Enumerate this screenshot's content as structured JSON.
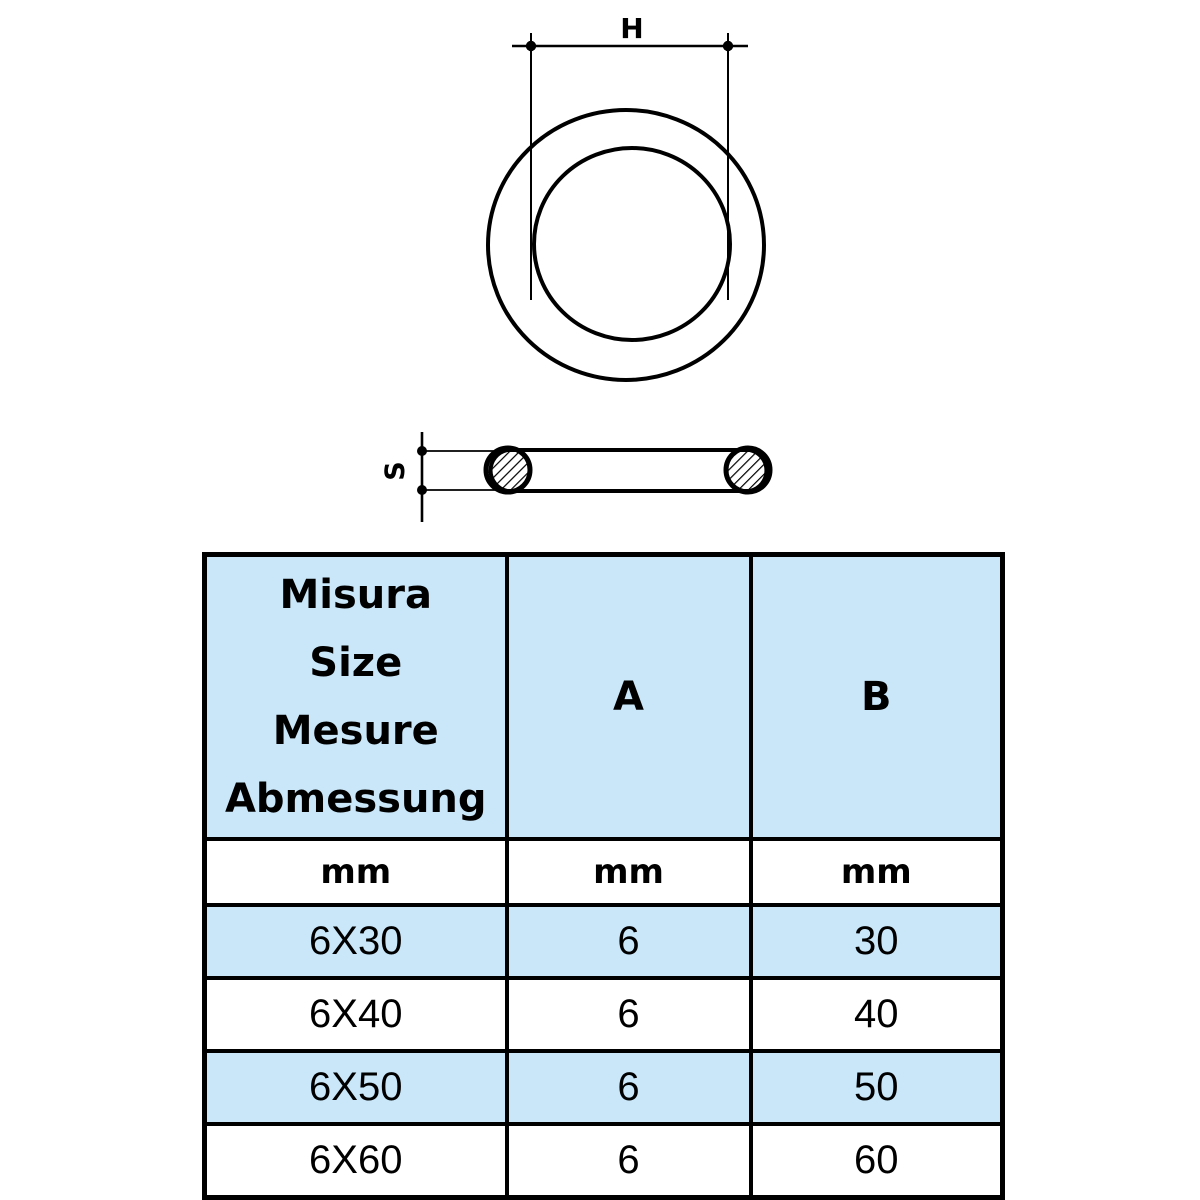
{
  "drawing": {
    "title": "o-ring-technical-drawing",
    "labels": {
      "outer_diameter": "H",
      "thickness": "S"
    },
    "views": [
      {
        "name": "front-view",
        "shape": "concentric-rings"
      },
      {
        "name": "side-view",
        "shape": "flat-ring-with-hatched-cross-sections"
      }
    ],
    "colors": {
      "line": "#000000",
      "background": "#ffffff"
    }
  },
  "table": {
    "name": "size-specification-table",
    "colors": {
      "header_fill": "#c9e7f9",
      "row_alt_fill": "#c9e7f9",
      "row_fill": "#ffffff",
      "border": "#000000"
    },
    "header": {
      "size_lines": [
        "Misura",
        "Size",
        "Mesure",
        "Abmessung"
      ],
      "col_a": "A",
      "col_b": "B"
    },
    "units_row": {
      "size": "mm",
      "a": "mm",
      "b": "mm"
    },
    "rows": [
      {
        "size": "6X30",
        "a": "6",
        "b": "30"
      },
      {
        "size": "6X40",
        "a": "6",
        "b": "40"
      },
      {
        "size": "6X50",
        "a": "6",
        "b": "50"
      },
      {
        "size": "6X60",
        "a": "6",
        "b": "60"
      }
    ]
  }
}
